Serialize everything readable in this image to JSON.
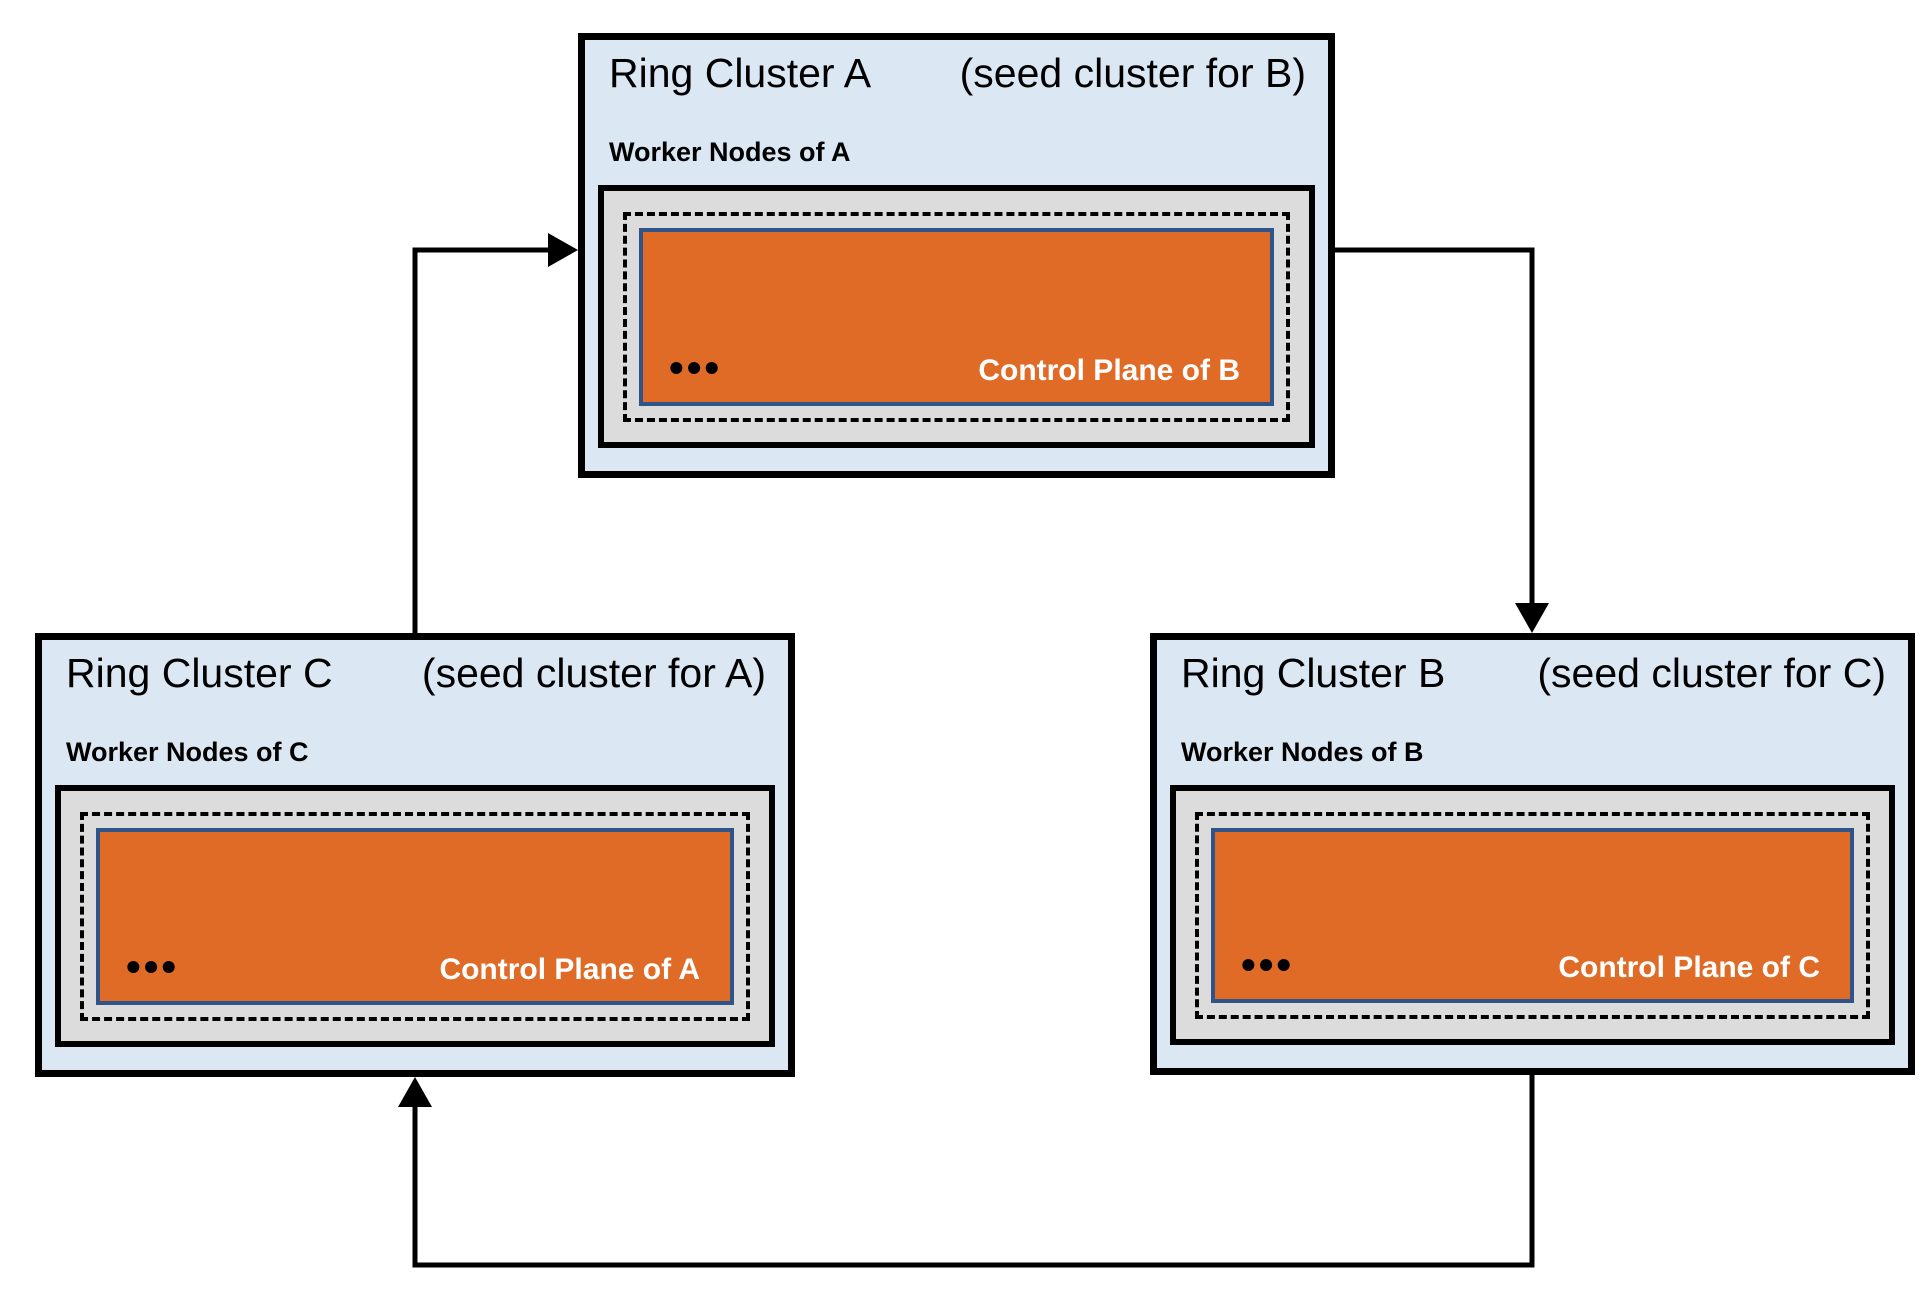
{
  "clusters": [
    {
      "name": "Ring Cluster A",
      "seed_note": "(seed cluster for B)",
      "worker_label": "Worker Nodes of A",
      "control_plane_label": "Control Plane of B",
      "ellipsis": "•••"
    },
    {
      "name": "Ring Cluster C",
      "seed_note": "(seed cluster for A)",
      "worker_label": "Worker Nodes of C",
      "control_plane_label": "Control Plane of A",
      "ellipsis": "•••"
    },
    {
      "name": "Ring Cluster B",
      "seed_note": "(seed cluster for C)",
      "worker_label": "Worker Nodes of B",
      "control_plane_label": "Control Plane of C",
      "ellipsis": "•••"
    }
  ],
  "arrows": [
    {
      "from": "Ring Cluster C",
      "to": "Ring Cluster A"
    },
    {
      "from": "Ring Cluster A",
      "to": "Ring Cluster B"
    },
    {
      "from": "Ring Cluster B",
      "to": "Ring Cluster C"
    }
  ],
  "colors": {
    "cluster_background": "#DBE8F4",
    "worker_box_background": "#DCDCDC",
    "control_plane_background": "#DF6B27",
    "control_plane_border": "#2E5489",
    "line_color": "#000000"
  }
}
